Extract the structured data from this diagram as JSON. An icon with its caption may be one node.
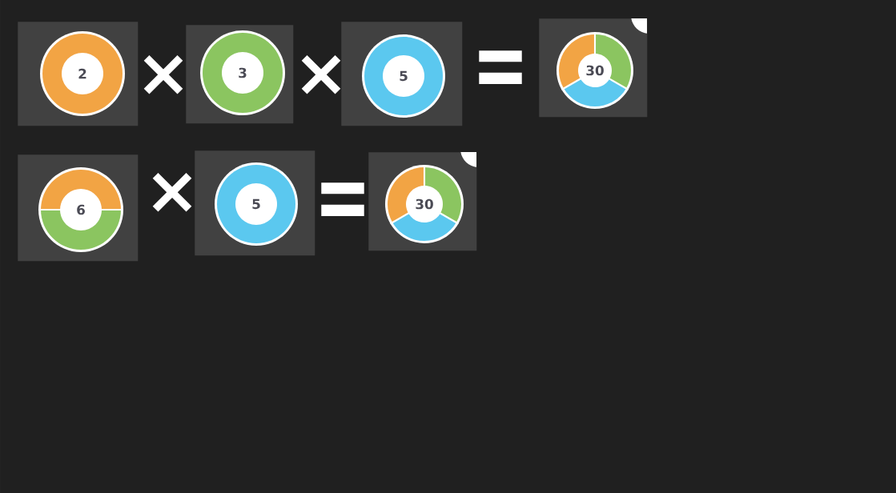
{
  "diagram": {
    "nodes": [
      {
        "text": [],
        "shape": "box"
      },
      {
        "text": [
          "2"
        ],
        "in": 0
      },
      {
        "text": [],
        "shape": "box"
      },
      {
        "text": [
          "3"
        ],
        "in": 2
      },
      {
        "text": [],
        "shape": "box"
      },
      {
        "text": [
          "5"
        ],
        "in": 4
      },
      {
        "text": [],
        "shape": "box"
      },
      {
        "text": [
          "30"
        ],
        "in": 6
      },
      {
        "text": [],
        "shape": "box"
      },
      {
        "text": [
          "6"
        ],
        "in": 8
      },
      {
        "text": [],
        "shape": "box"
      },
      {
        "text": [
          "5"
        ],
        "in": 10
      },
      {
        "text": [],
        "shape": "box"
      },
      {
        "text": [
          "30"
        ],
        "in": 12
      }
    ],
    "labels": [
      "×",
      "×",
      "=",
      "×",
      "="
    ]
  }
}
